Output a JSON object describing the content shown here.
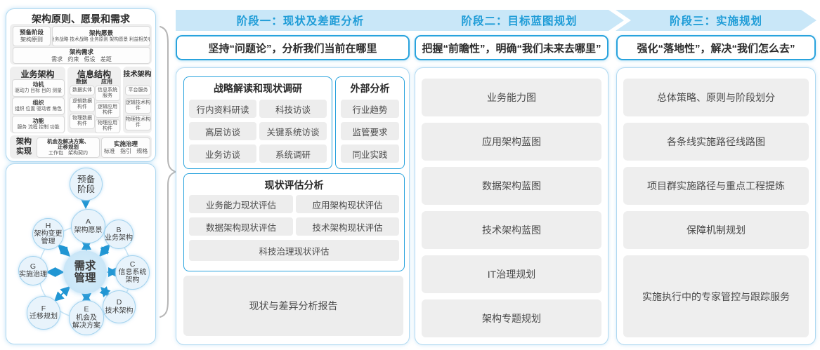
{
  "colors": {
    "accent": "#29a3dd",
    "band_background": "#c9e7f8",
    "band_text": "#1e9cd7",
    "gray_box": "#ededed",
    "panel_border": "#aed8f0",
    "arrow_blue": "#2196d3"
  },
  "left_top": {
    "title": "架构原则、愿景和需求",
    "prep_title": "预备阶段",
    "prep_sub": "架构原则",
    "vision_title": "架构愿景",
    "vision_sub": "业务战略 技术战略 业务原则 架构愿景 利益相关者",
    "req_title": "架构需求",
    "req_sub": "需求 约束 假设 差距",
    "biz_title": "业务架构",
    "biz_items": [
      {
        "t": "动机",
        "s": "驱动力 目标 目的 测量"
      },
      {
        "t": "组织",
        "s": "组织 位置 驱动者 角色"
      },
      {
        "t": "功能",
        "s": "服务 流程 控制 功能"
      }
    ],
    "info_title": "信息结构",
    "data_label": "数据",
    "data_items": [
      "数据实体",
      "逻辑数据构件",
      "物理数据构件"
    ],
    "app_label": "应用",
    "app_items": [
      "信息系统服务",
      "逻辑应用构件",
      "物理应用构件"
    ],
    "tech_title": "技术架构",
    "tech_items": [
      "平台服务",
      "逻辑技术构件",
      "物理技术构件"
    ],
    "real_label1": "架构",
    "real_label2": "实现",
    "real_box1_t1": "机会及解决方案、",
    "real_box1_t2": "迁移规划",
    "real_box1_sub": "工作包 架构契约",
    "real_box2_t": "实施治理",
    "real_box2_sub": "标准 指引 规格"
  },
  "adm": {
    "prep": "预备\n阶段",
    "center": "需求\n管理",
    "nodes": [
      {
        "id": "A",
        "label": "架构愿景"
      },
      {
        "id": "B",
        "label": "业务架构"
      },
      {
        "id": "C",
        "label": "信息系统\n架构"
      },
      {
        "id": "D",
        "label": "技术架构"
      },
      {
        "id": "E",
        "label": "机会及\n解决方案"
      },
      {
        "id": "F",
        "label": "迁移规划"
      },
      {
        "id": "G",
        "label": "实施治理"
      },
      {
        "id": "H",
        "label": "架构变更\n管理"
      }
    ]
  },
  "phases": [
    {
      "header": "阶段一：现状及差距分析",
      "subtitle": "坚持“问题论”，分析我们当前在哪里",
      "strategy_title": "战略解读和现状调研",
      "strategy_items": [
        "行内资料研读",
        "科技访谈",
        "高层访谈",
        "关键系统访谈",
        "业务访谈",
        "系统调研"
      ],
      "external_title": "外部分析",
      "external_items": [
        "行业趋势",
        "监管要求",
        "同业实践"
      ],
      "assessment_title": "现状评估分析",
      "assessment_items": [
        "业务能力现状评估",
        "应用架构现状评估",
        "数据架构现状评估",
        "技术架构现状评估",
        "科技治理现状评估"
      ],
      "report": "现状与差异分析报告"
    },
    {
      "header": "阶段二：目标蓝图规划",
      "subtitle": "把握“前瞻性”，明确“我们未来去哪里”",
      "items": [
        "业务能力图",
        "应用架构蓝图",
        "数据架构蓝图",
        "技术架构蓝图",
        "IT治理规划",
        "架构专题规划"
      ]
    },
    {
      "header": "阶段三：实施规划",
      "subtitle": "强化“落地性”，解决“我们怎么去”",
      "items": [
        "总体策略、原则与阶段划分",
        "各条线实施路径线路图",
        "项目群实施路径与重点工程提炼",
        "保障机制规划",
        "实施执行中的专家管控与跟踪服务"
      ]
    }
  ]
}
